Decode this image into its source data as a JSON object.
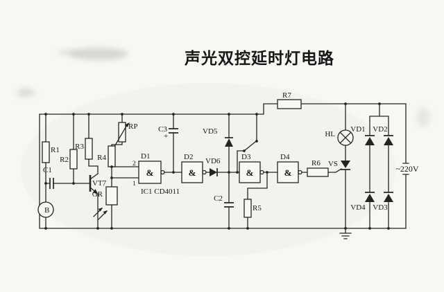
{
  "title": "声光双控延时灯电路",
  "labels": {
    "r1": "R1",
    "r2": "R2",
    "r3": "R3",
    "r4": "R4",
    "r5": "R5",
    "r6": "R6",
    "r7": "R7",
    "rp": "RP",
    "c1": "C1",
    "c2": "C2",
    "c3": "C3",
    "c3_plus": "+",
    "vt7": "VT7",
    "gr": "GR",
    "mic": "B",
    "d1": "D1",
    "d2": "D2",
    "d3": "D3",
    "d4": "D4",
    "gate_symbol": "&",
    "ic": "IC1 CD4011",
    "pin1": "1",
    "pin2": "2",
    "vd1": "VD1",
    "vd2": "VD2",
    "vd3": "VD3",
    "vd4": "VD4",
    "vd5": "VD5",
    "vd6": "VD6",
    "hl": "HL",
    "vs": "VS",
    "mains": "~220V"
  }
}
